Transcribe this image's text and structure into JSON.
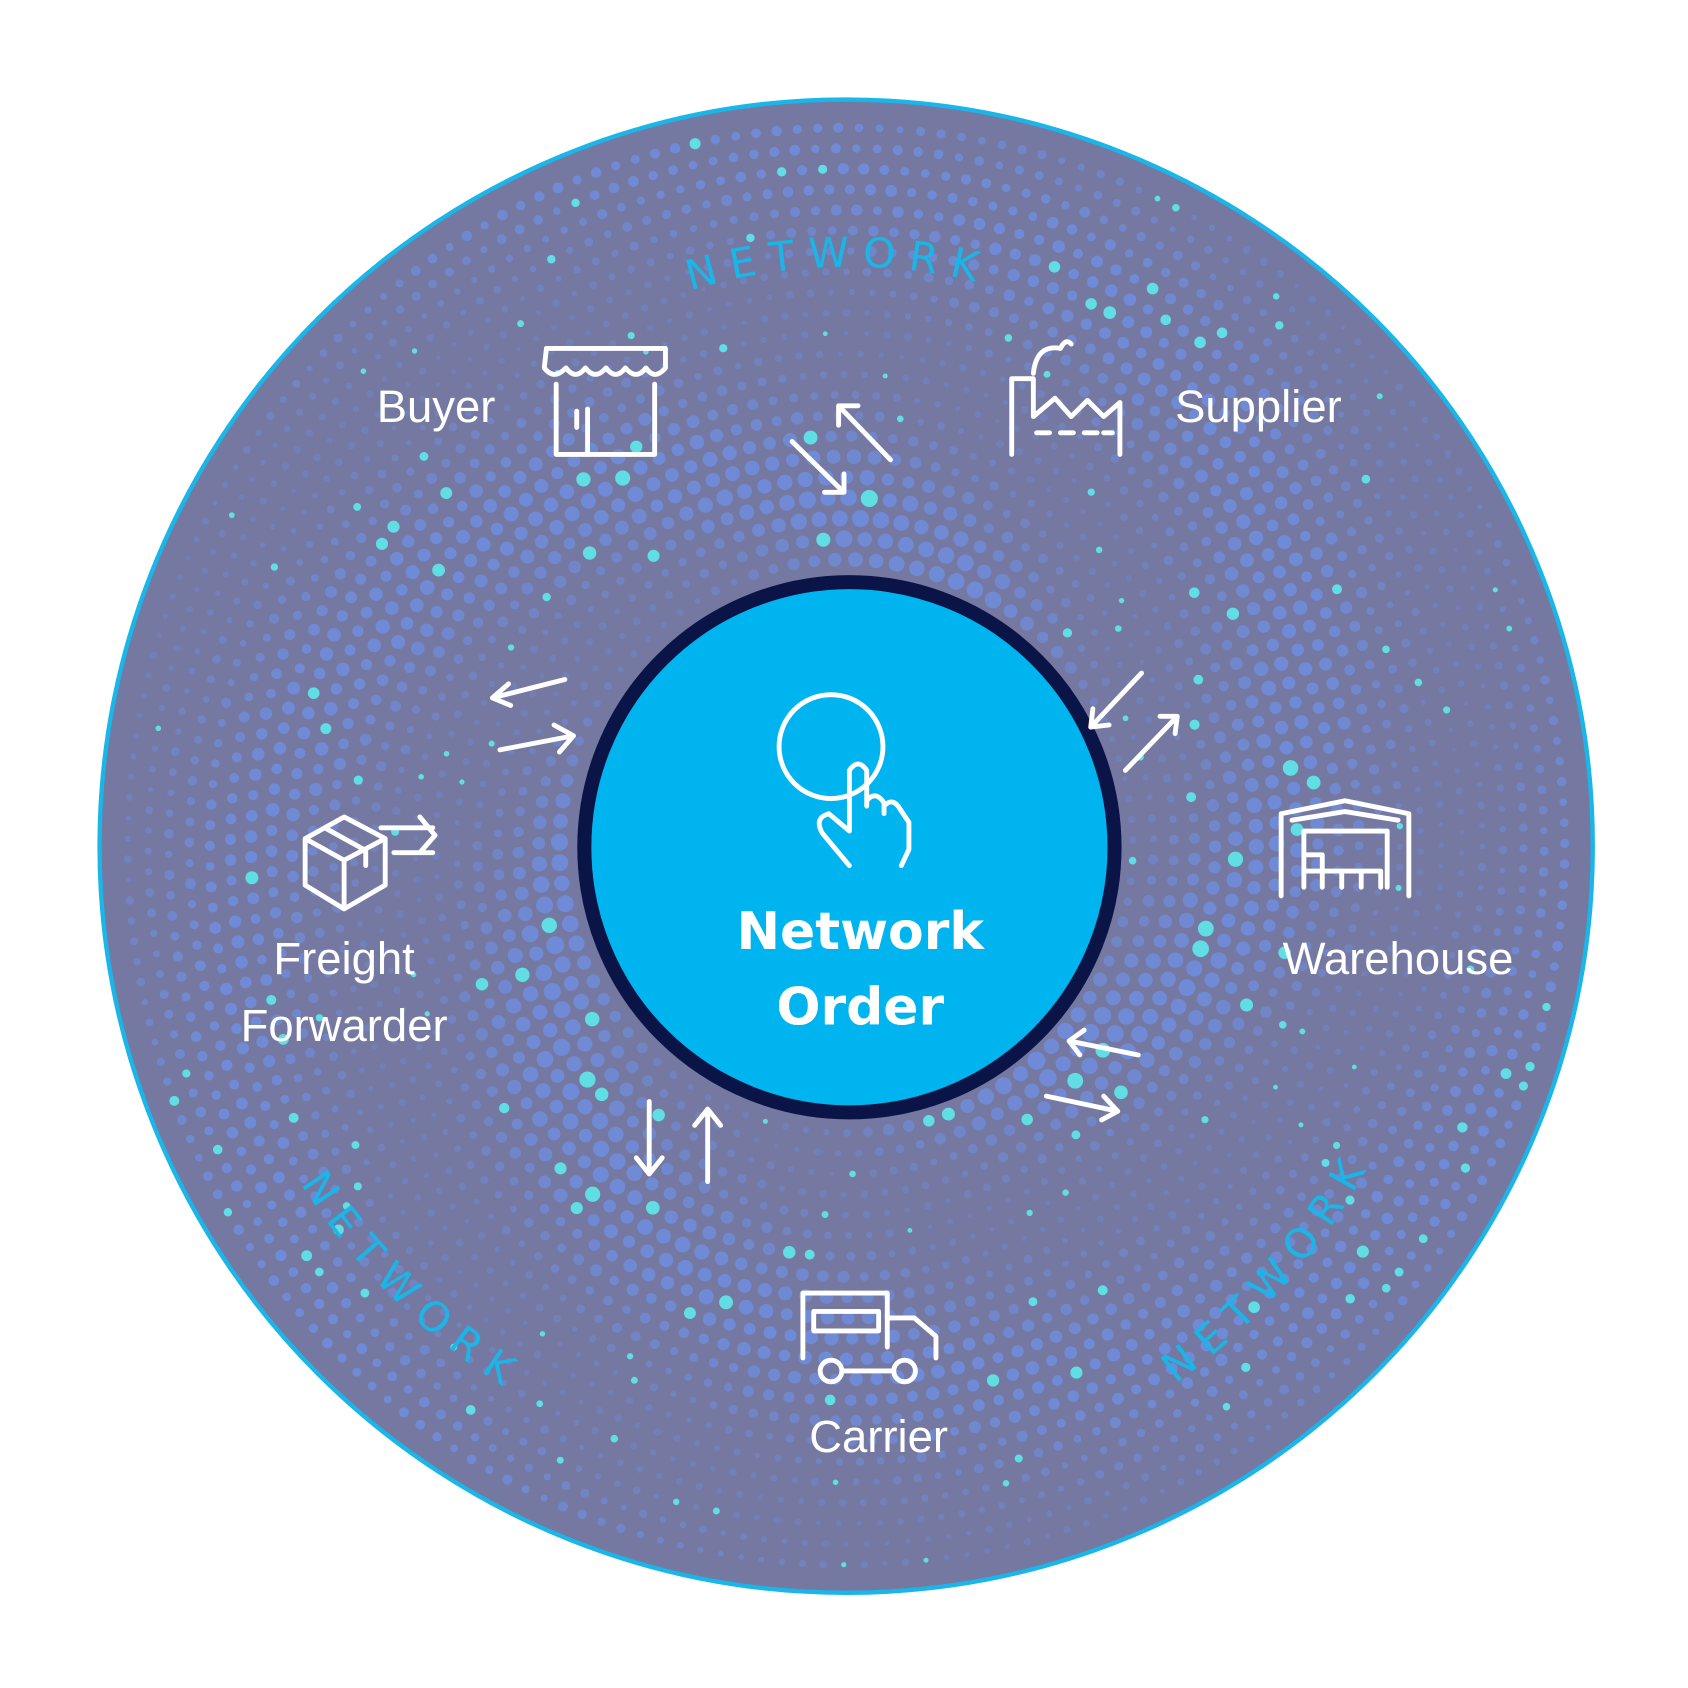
{
  "center": {
    "line1": "Network",
    "line2": "Order",
    "icon": "tap-hand-icon"
  },
  "ring_label": "NETWORK",
  "nodes": [
    {
      "label": "Buyer",
      "icon": "storefront-icon"
    },
    {
      "label": "Supplier",
      "icon": "factory-icon"
    },
    {
      "label": "Warehouse",
      "icon": "warehouse-icon"
    },
    {
      "label": "Carrier",
      "icon": "truck-icon"
    },
    {
      "label_line1": "Freight",
      "label_line2": "Forwarder",
      "icon": "package-forward-icon"
    }
  ],
  "colors": {
    "outer": "#7579a1",
    "center": "#00b5ef",
    "border": "#0b1446",
    "ring": "#19b6ea",
    "dot": "#6f8ee0",
    "dot_accent": "#5ee9ea"
  }
}
